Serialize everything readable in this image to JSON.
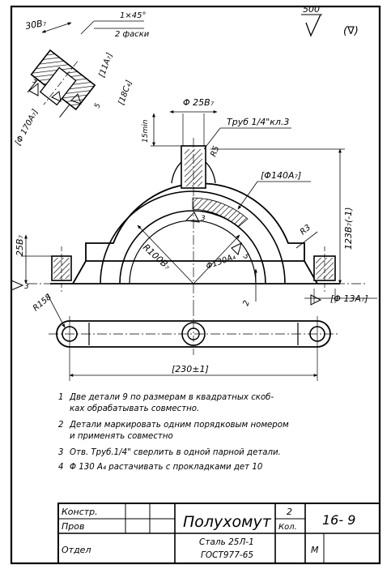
{
  "surface": {
    "roughness_value": "500",
    "roughness_other": "(∇)"
  },
  "dimensions": {
    "chamfer": "1×45°",
    "chamfer_note": "2 фаски",
    "width_30": "30B₇",
    "fit_11": "[11A₇]",
    "fit_18": "[18C₄]",
    "dim_5": "5",
    "dia_170": "[Φ 170A₇]",
    "rough_3": "3",
    "dia_25": "Φ 25B₇",
    "min_15": "15min",
    "pipe": "Труб 1/4\"кл.3",
    "r5": "R5",
    "dia_140": "[Φ140A₇]",
    "height_123": "123B₇(-1)",
    "r3": "R3",
    "height_25": "25B₇",
    "r100": "R100B₇",
    "dia_130": "Φ130A₄",
    "dim_2": "2",
    "dia_13": "[Φ 13A₇]",
    "r158": "R158",
    "length_230": "[230±1]"
  },
  "notes": [
    {
      "num": "1",
      "text": "Две детали 9 по размерам в квадратных скоб-",
      "cont": "ках обрабатывать совместно."
    },
    {
      "num": "2",
      "text": "Детали маркировать одним порядковым номером",
      "cont": "и применять совместно"
    },
    {
      "num": "3",
      "text": "Отв. Труб.1/4\" сверлить в одной парной детали.",
      "cont": ""
    },
    {
      "num": "4",
      "text": "Φ 130 A₄  растачивать с прокладками дет 10",
      "cont": ""
    }
  ],
  "title_block": {
    "konstr": "Констр.",
    "prov": "Пров",
    "otdel": "Отдел",
    "name": "Полухомут",
    "qty": "2",
    "qty_label": "Кол.",
    "drawing_no": "16- 9",
    "material_line1": "Сталь 25Л-1",
    "material_line2": "ГОСТ977-65",
    "m_label": "М"
  }
}
